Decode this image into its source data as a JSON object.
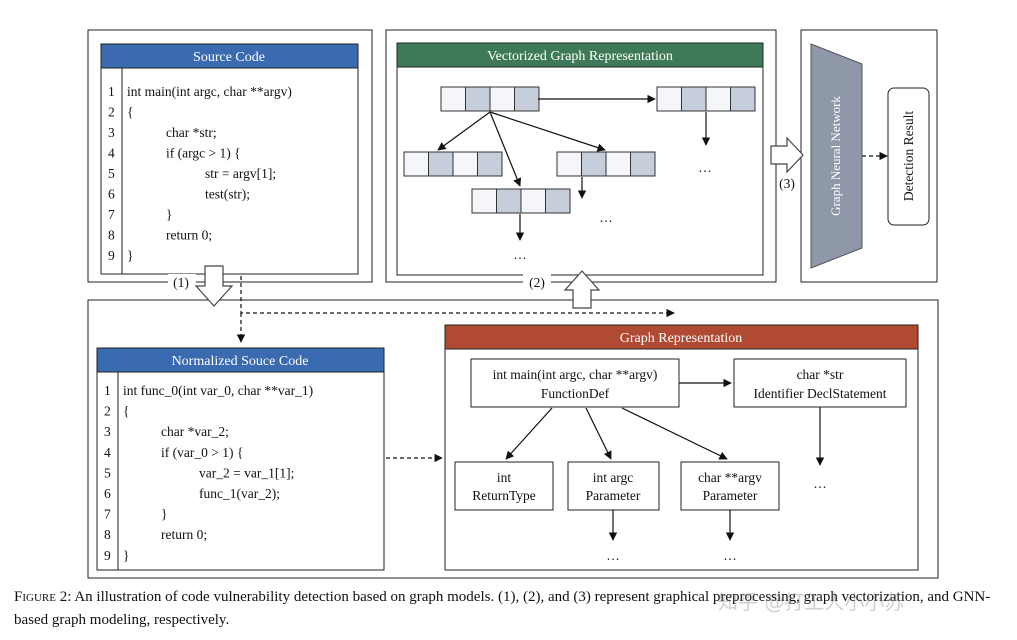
{
  "source_code": {
    "title": "Source Code",
    "lines": [
      {
        "n": "1",
        "code": "int main(int argc, char **argv)",
        "indent": 0
      },
      {
        "n": "2",
        "code": "{",
        "indent": 0
      },
      {
        "n": "3",
        "code": "char *str;",
        "indent": 1
      },
      {
        "n": "4",
        "code": "if (argc > 1) {",
        "indent": 1
      },
      {
        "n": "5",
        "code": "str = argv[1];",
        "indent": 2
      },
      {
        "n": "6",
        "code": "test(str);",
        "indent": 2
      },
      {
        "n": "7",
        "code": "}",
        "indent": 1
      },
      {
        "n": "8",
        "code": "return 0;",
        "indent": 1
      },
      {
        "n": "9",
        "code": "}",
        "indent": 0
      }
    ]
  },
  "vectorized": {
    "title": "Vectorized Graph Representation",
    "ellipses": [
      "…",
      "…",
      "…"
    ]
  },
  "gnn": {
    "label": "Graph Neural Network",
    "result": "Detection Result"
  },
  "steps": {
    "s1": "(1)",
    "s2": "(2)",
    "s3": "(3)"
  },
  "normalized_code": {
    "title": "Normalized Souce Code",
    "lines": [
      {
        "n": "1",
        "code": "int func_0(int var_0, char **var_1)",
        "indent": 0
      },
      {
        "n": "2",
        "code": "{",
        "indent": 0
      },
      {
        "n": "3",
        "code": "char *var_2;",
        "indent": 1
      },
      {
        "n": "4",
        "code": "if (var_0 > 1) {",
        "indent": 1
      },
      {
        "n": "5",
        "code": "var_2 = var_1[1];",
        "indent": 2
      },
      {
        "n": "6",
        "code": "func_1(var_2);",
        "indent": 2
      },
      {
        "n": "7",
        "code": "}",
        "indent": 1
      },
      {
        "n": "8",
        "code": "return 0;",
        "indent": 1
      },
      {
        "n": "9",
        "code": "}",
        "indent": 0
      }
    ]
  },
  "graph_repr": {
    "title": "Graph Representation",
    "root": {
      "l1": "int main(int argc, char **argv)",
      "l2": "FunctionDef"
    },
    "decl": {
      "l1": "char *str",
      "l2": "Identifier DeclStatement"
    },
    "ret": {
      "l1": "int",
      "l2": "ReturnType"
    },
    "param1": {
      "l1": "int argc",
      "l2": "Parameter"
    },
    "param2": {
      "l1": "char **argv",
      "l2": "Parameter"
    },
    "ellipses": [
      "…",
      "…",
      "…"
    ]
  },
  "caption": {
    "lead": "Figure 2:",
    "text": "An illustration of code vulnerability detection based on graph models. (1), (2), and (3) represent graphical preprocessing, graph vectorization, and GNN-based graph modeling, respectively."
  },
  "watermark": "知乎 @打工人小小苏",
  "colors": {
    "blue": "#3a6ab0",
    "green": "#3f7a58",
    "red": "#b04a32",
    "gnn": "#8f98a8",
    "cell": "#c5ceda"
  }
}
